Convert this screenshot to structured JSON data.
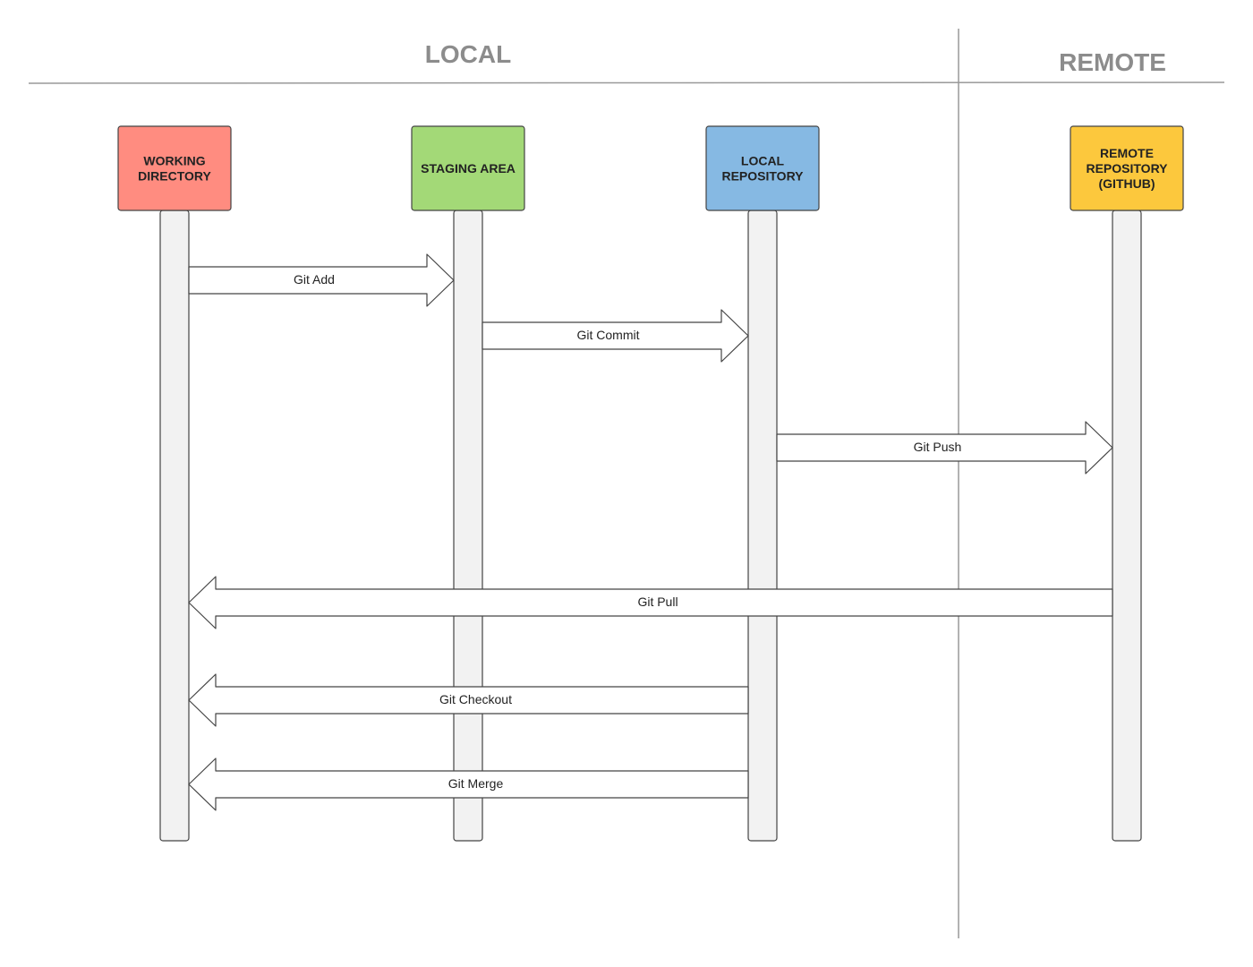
{
  "sections": {
    "local": "LOCAL",
    "remote": "REMOTE"
  },
  "lanes": [
    {
      "id": "working-directory",
      "lines": [
        "WORKING",
        "DIRECTORY"
      ],
      "color": "#ff8c80"
    },
    {
      "id": "staging-area",
      "lines": [
        "STAGING AREA"
      ],
      "color": "#a3d977"
    },
    {
      "id": "local-repository",
      "lines": [
        "LOCAL",
        "REPOSITORY"
      ],
      "color": "#86b9e3"
    },
    {
      "id": "remote-repository",
      "lines": [
        "REMOTE",
        "REPOSITORY",
        "(GITHUB)"
      ],
      "color": "#fcc83d"
    }
  ],
  "arrows": [
    {
      "id": "git-add",
      "label": "Git Add",
      "from": "working-directory",
      "to": "staging-area"
    },
    {
      "id": "git-commit",
      "label": "Git Commit",
      "from": "staging-area",
      "to": "local-repository"
    },
    {
      "id": "git-push",
      "label": "Git Push",
      "from": "local-repository",
      "to": "remote-repository"
    },
    {
      "id": "git-pull",
      "label": "Git Pull",
      "from": "remote-repository",
      "to": "working-directory"
    },
    {
      "id": "git-checkout",
      "label": "Git Checkout",
      "from": "local-repository",
      "to": "working-directory"
    },
    {
      "id": "git-merge",
      "label": "Git Merge",
      "from": "local-repository",
      "to": "working-directory"
    }
  ],
  "colors": {
    "lifeline_fill": "#f2f2f2",
    "outline": "#444444",
    "divider": "#999999",
    "arrow_fill": "#ffffff",
    "section_title": "#8c8c8c"
  }
}
